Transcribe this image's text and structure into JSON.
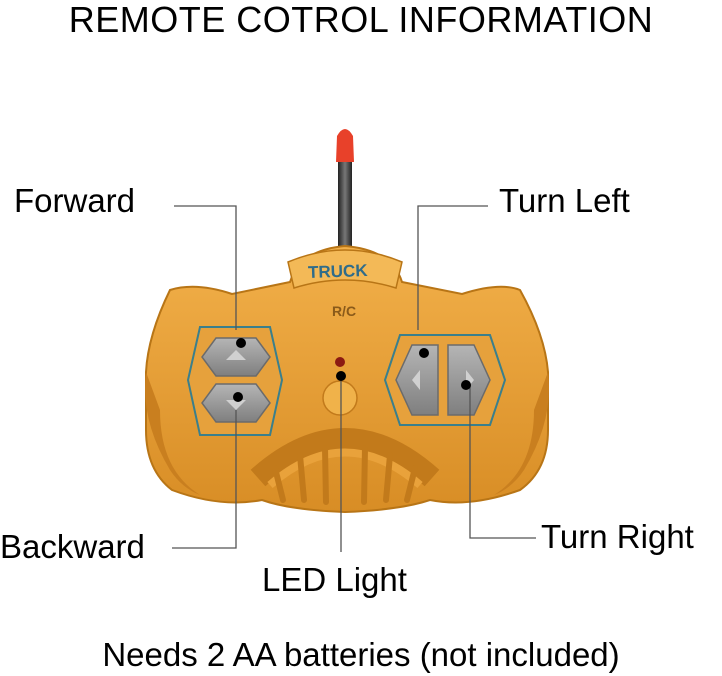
{
  "title": "REMOTE COTROL INFORMATION",
  "remote": {
    "brand_text": "TRUCK",
    "model_text": "R/C",
    "body_color": "#e9a23b",
    "body_dark": "#b87516",
    "button_color": "#9a9a9a",
    "accent_color": "#3a7f8c",
    "antenna_tip_color": "#e8412a"
  },
  "labels": {
    "forward": "Forward",
    "backward": "Backward",
    "turn_left": "Turn Left",
    "turn_right": "Turn Right",
    "led_light": "LED Light"
  },
  "footer": "Needs 2 AA batteries (not included)"
}
